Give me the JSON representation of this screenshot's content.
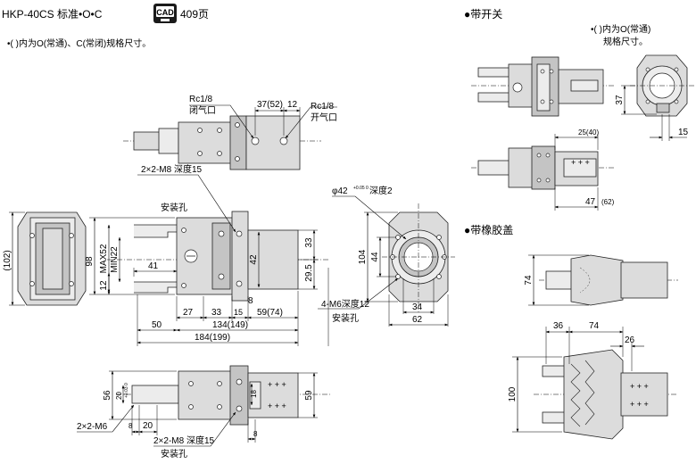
{
  "header": {
    "model": "HKP-40CS 标准•O•C",
    "cad_badge": "CAD",
    "cad_page": "409页",
    "note": "•(  )内为O(常通)、C(常闭)规格尺寸。"
  },
  "main_view": {
    "port_close_label": "Rc1/8",
    "port_close_sub": "闭气口",
    "port_open_label": "Rc1/8",
    "port_open_sub": "开气口",
    "dim_37_52": "37(52)",
    "dim_12_top": "12",
    "tap_label": "2×2-M8 深度15",
    "tap_sub": "安装孔",
    "dim_102": "(102)",
    "dim_98": "98",
    "dim_max52": "MAX52",
    "dim_min22": "MIN22",
    "dim_41": "41",
    "dim_12_left": "12",
    "dim_42": "42",
    "dim_33_right": "33",
    "dim_29_5": "29.5",
    "dim_8": "8",
    "dim_27": "27",
    "dim_33_bottom": "33",
    "dim_15": "15",
    "dim_59_74": "59(74)",
    "dim_50": "50",
    "dim_134_149": "134(149)",
    "dim_184_199": "184(199)"
  },
  "end_view": {
    "bore_label": "φ42",
    "bore_tol": "+0.05 0",
    "bore_depth": "深度2",
    "dim_104": "104",
    "dim_44": "44",
    "dim_34": "34",
    "dim_62": "62",
    "tap_label": "4-M6深度12",
    "tap_sub": "安装孔"
  },
  "bottom_view": {
    "dim_56": "56",
    "dim_20": "20",
    "dim_20_tol": "+0.03 0",
    "dim_18": "18",
    "dim_59": "59",
    "tap_left": "2×2-M6",
    "dim_8a": "8",
    "dim_20b": "20",
    "tap_label": "2×2-M8 深度15",
    "tap_sub": "安装孔",
    "dim_8b": "8"
  },
  "switch_section": {
    "title": "●带开关",
    "note_line1": "•(  )内为O(常通)",
    "note_line2": "规格尺寸。",
    "dim_37": "37",
    "dim_15": "15",
    "dim_25_40": "25(40)",
    "dim_47": "47",
    "dim_62": "(62)"
  },
  "rubber_section": {
    "title": "●带橡胶盖",
    "dim_74_v": "74",
    "dim_36": "36",
    "dim_74_h": "74",
    "dim_26": "26",
    "dim_100": "100"
  }
}
